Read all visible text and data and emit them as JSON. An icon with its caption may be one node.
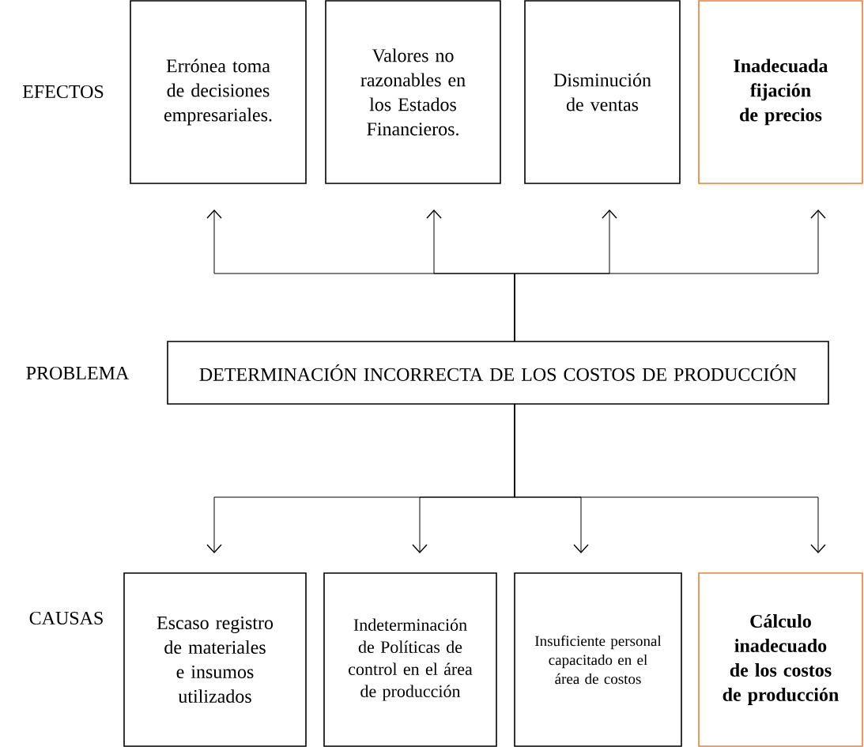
{
  "diagram": {
    "nodes": [
      {
        "text": [
          "Errónea toma de decisiones empresariales."
        ]
      },
      {
        "text": [
          "Valores no razonables en los Estados Financieros."
        ]
      },
      {
        "text": [
          "Disminución de ventas"
        ]
      },
      {
        "text": [
          "Inadecuada fijación de precios"
        ]
      },
      {
        "text": [
          "DETERMINACIÓN INCORRECTA DE LOS COSTOS DE PRODUCCIÓN"
        ]
      },
      {
        "text": [
          "Escaso registro de materiales e insumos utilizados"
        ]
      },
      {
        "text": [
          "Indeterminación de Políticas de control en el área de producción"
        ]
      },
      {
        "text": [
          "Insuficiente personal capacitado en el área de costos"
        ]
      },
      {
        "text": [
          "Cálculo inadecuado de los costos de producción"
        ]
      }
    ],
    "edges": [
      {
        "from": 4,
        "to": 0,
        "arrow": "to"
      },
      {
        "from": 4,
        "to": 1,
        "arrow": "to"
      },
      {
        "from": 4,
        "to": 2,
        "arrow": "to"
      },
      {
        "from": 4,
        "to": 3,
        "arrow": "to",
        "color": "#000000"
      },
      {
        "from": 4,
        "to": 5,
        "arrow": "to"
      },
      {
        "from": 4,
        "to": 6,
        "arrow": "to"
      },
      {
        "from": 4,
        "to": 7,
        "arrow": "to"
      },
      {
        "from": 4,
        "to": 8,
        "arrow": "to"
      }
    ],
    "labels": [
      "EFECTOS",
      "PROBLEMA",
      "CAUSAS"
    ]
  }
}
